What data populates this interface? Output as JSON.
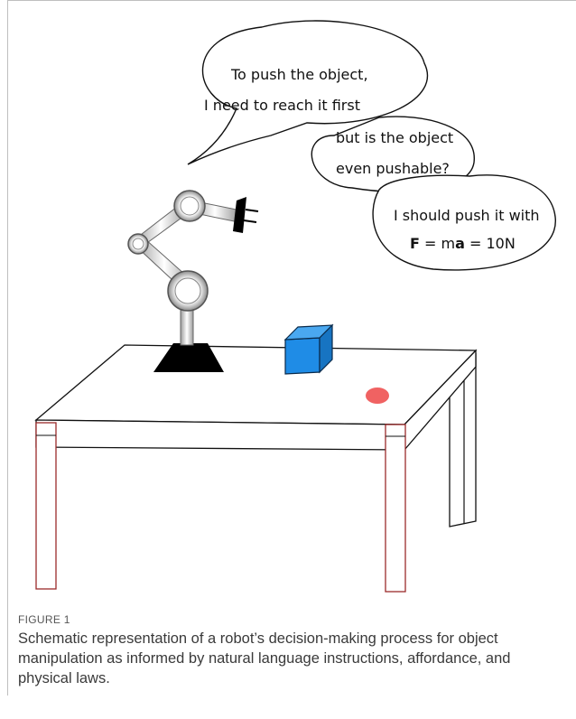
{
  "figure": {
    "label": "FIGURE 1",
    "caption": "Schematic representation of a robot’s decision-making process for object manipulation as informed by natural language instructions, affordance, and physical laws."
  },
  "bubbles": {
    "first": {
      "line1": "To push the object,",
      "line2": "I need to reach it first"
    },
    "second": {
      "line1": "but is the object",
      "line2": "even pushable?"
    },
    "third": {
      "line1": "I should push it with",
      "force_symbol": "F",
      "equals1": " = m",
      "accel_symbol": "a",
      "equals2": " = 10N"
    }
  },
  "colors": {
    "cube": "#1f8ce6",
    "target_spot": "#f06262",
    "table_leg": "#9b2b2b",
    "robot_base": "#000000"
  }
}
